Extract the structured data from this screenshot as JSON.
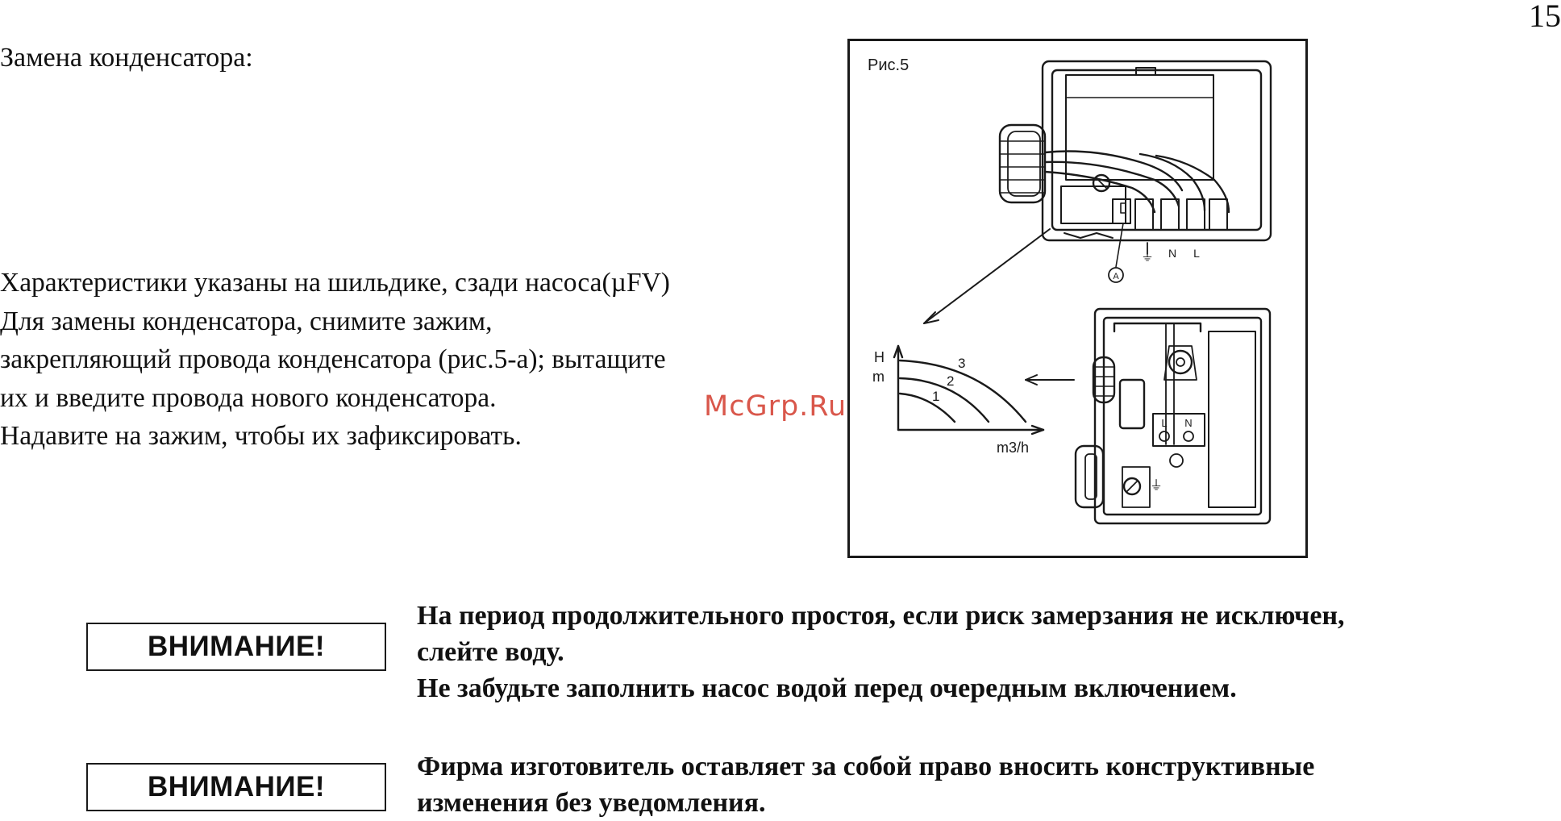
{
  "page": {
    "number": "15"
  },
  "capacitor": {
    "title": "Замена конденсатора:",
    "lines": [
      "Характеристики указаны на шильдике, сзади насоса(µFV)",
      "Для замены конденсатора, снимите зажим,",
      "закрепляющий провода конденсатора (рис.5-a); вытащите",
      "их и введите провода нового конденсатора.",
      "Надавите на зажим, чтобы их зафиксировать."
    ]
  },
  "figure": {
    "caption": "Рис.5",
    "callout": "A",
    "terminals": {
      "ground": "⏚",
      "neutral": "N",
      "line": "L"
    },
    "chart": {
      "y_label_top": "H",
      "y_label_bottom": "m",
      "x_label": "m3/h",
      "curve_labels": [
        "1",
        "2",
        "3"
      ]
    },
    "block_labels": {
      "l": "L",
      "n": "N",
      "ground": "⏚"
    }
  },
  "watermark": "McGrp.Ru",
  "warnings": [
    {
      "label": "ВНИМАНИЕ!",
      "lines": [
        "На период продолжительного простоя, если риск замерзания не исключен,",
        "слейте воду.",
        "Не забудьте заполнить насос водой перед очередным включением."
      ]
    },
    {
      "label": "ВНИМАНИЕ!",
      "lines": [
        "Фирма изготовитель оставляет за собой право вносить конструктивные",
        "изменения без уведомления."
      ]
    }
  ]
}
